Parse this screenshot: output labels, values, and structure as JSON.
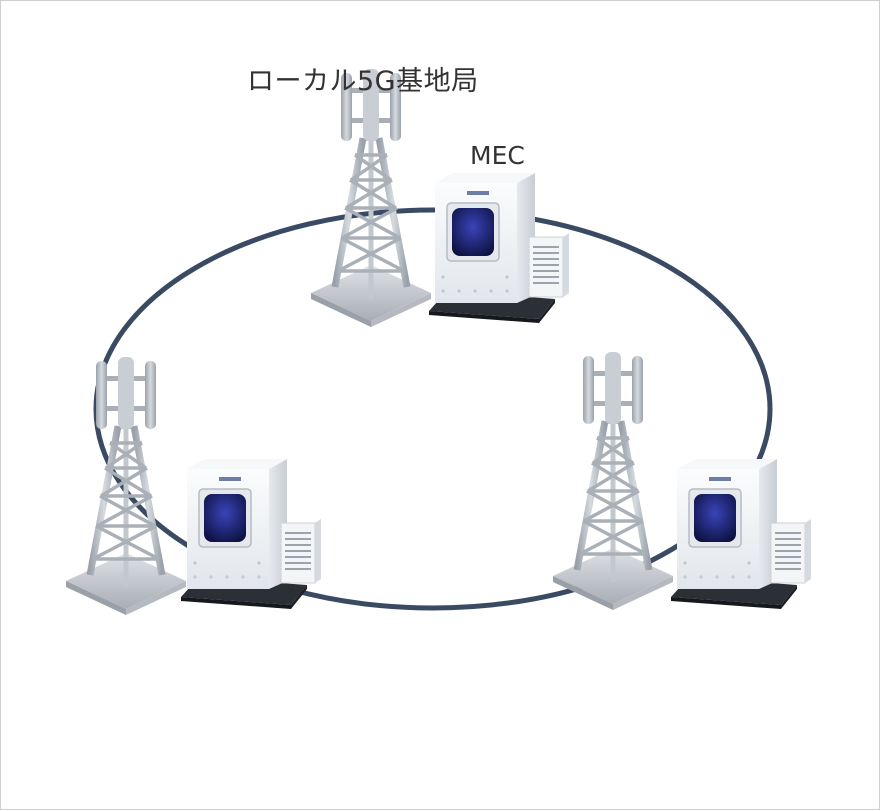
{
  "labels": {
    "station": "ローカル5G基地局",
    "mec": "MEC"
  },
  "colors": {
    "ring": "#3b4a63",
    "tower": "#b9bfc7",
    "tower_dark": "#8f969f",
    "tower_base": "#c9cdd2",
    "cabinet": "#f1f3f6",
    "cabinet_shade": "#d9dde3",
    "window": "#1a1f6b",
    "platform": "#2b2f36"
  },
  "icons": {
    "tower": "cell-tower-icon",
    "server": "mec-server-cabinet-icon"
  },
  "nodes": [
    {
      "id": "top"
    },
    {
      "id": "left"
    },
    {
      "id": "right"
    }
  ]
}
